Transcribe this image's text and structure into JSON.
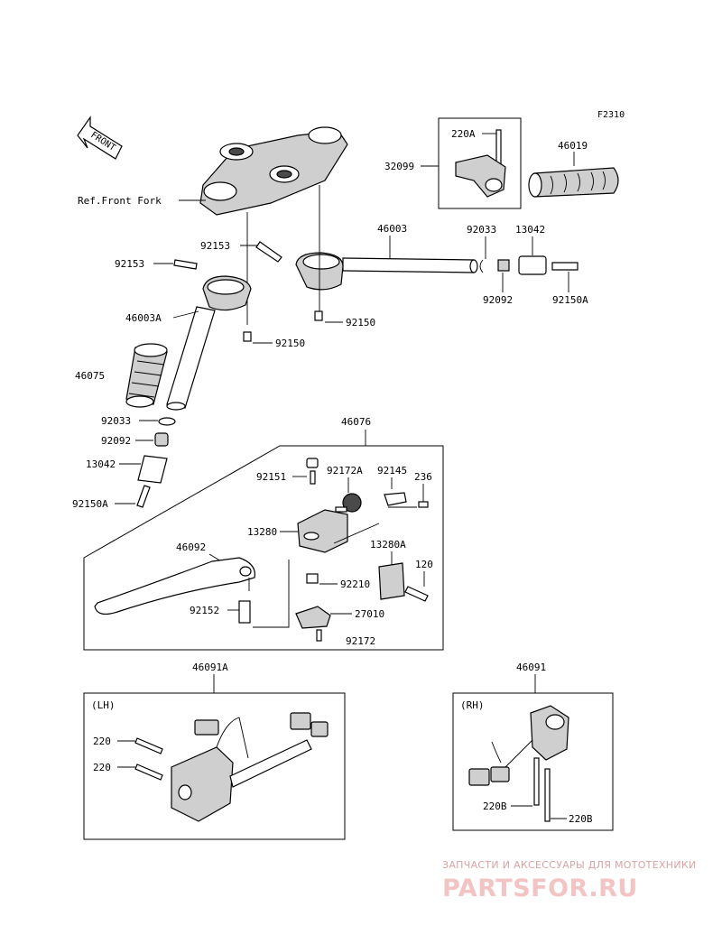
{
  "figure_code": "F2310",
  "arrow_label": "FRONT",
  "labels": {
    "ref_front_fork": "Ref.Front Fork",
    "p32099": "32099",
    "p220a_top": "220A",
    "p46019": "46019",
    "p46003": "46003",
    "p92033_r": "92033",
    "p13042_r": "13042",
    "p92092_r": "92092",
    "p92150a_r": "92150A",
    "p92153_a": "92153",
    "p92153_b": "92153",
    "p46003a": "46003A",
    "p92150_a": "92150",
    "p92150_b": "92150",
    "p46075": "46075",
    "p92033_l": "92033",
    "p92092_l": "92092",
    "p13042_l": "13042",
    "p92150a_l": "92150A",
    "p46076": "46076",
    "p92151": "92151",
    "p92172a": "92172A",
    "p92145": "92145",
    "p236": "236",
    "p13280": "13280",
    "p13280a": "13280A",
    "p46092": "46092",
    "p120": "120",
    "p92210": "92210",
    "p92152": "92152",
    "p27010": "27010",
    "p92172": "92172",
    "p46091a": "46091A",
    "lh": "(LH)",
    "p220_a": "220",
    "p220_b": "220",
    "p46091": "46091",
    "rh": "(RH)",
    "p220b_a": "220B",
    "p220b_b": "220B"
  },
  "watermark": {
    "top": "ЗАПЧАСТИ И АКСЕССУАРЫ ДЛЯ МОТОТЕХНИКИ",
    "main": "PARTSFOR.RU"
  }
}
